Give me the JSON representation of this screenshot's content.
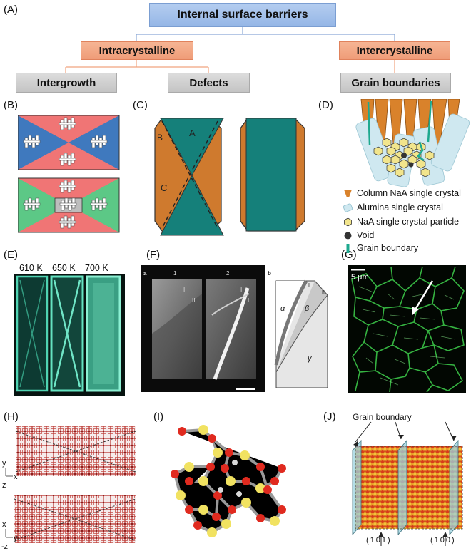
{
  "labels": {
    "A": "(A)",
    "B": "(B)",
    "C": "(C)",
    "D": "(D)",
    "E": "(E)",
    "F": "(F)",
    "G": "(G)",
    "H": "(H)",
    "I": "(I)",
    "J": "(J)"
  },
  "hierarchy": {
    "root": "Internal surface barriers",
    "intra": "Intracrystalline",
    "inter": "Intercrystalline",
    "intergrowth": "Intergrowth",
    "defects": "Defects",
    "grain": "Grain boundaries"
  },
  "panel_c": {
    "letter_a": "A",
    "letter_b": "B",
    "letter_c": "C"
  },
  "legend_d": [
    {
      "text": "Column NaA single crystal",
      "color": "#d9822b"
    },
    {
      "text": "Alumina single crystal",
      "color": "#cfe8f0"
    },
    {
      "text": "NaA single crystal particle",
      "color": "#f2e58c"
    },
    {
      "text": "Void",
      "color": "#333333"
    },
    {
      "text": "Grain boundary",
      "color": "#1ea98f"
    }
  ],
  "panel_e": {
    "t1": "610 K",
    "t2": "650 K",
    "t3": "700 K"
  },
  "panel_f": {
    "sub_a": "a",
    "sub_b": "b",
    "num1": "1",
    "num2": "2",
    "roman1a": "I",
    "roman2a": "II",
    "roman1b": "I",
    "roman2b": "II",
    "schem_I": "I",
    "schem_II": "II",
    "alpha": "α",
    "beta": "β",
    "gamma": "γ"
  },
  "panel_g": {
    "scale": "5 μm"
  },
  "panel_h": {
    "top_y": "y",
    "top_x": "x",
    "top_z": "z",
    "bot_x": "x",
    "bot_y": "y",
    "bot_z": "-z"
  },
  "panel_j": {
    "title": "Grain boundary",
    "miller1": "(101)",
    "miller2": "(100)"
  }
}
